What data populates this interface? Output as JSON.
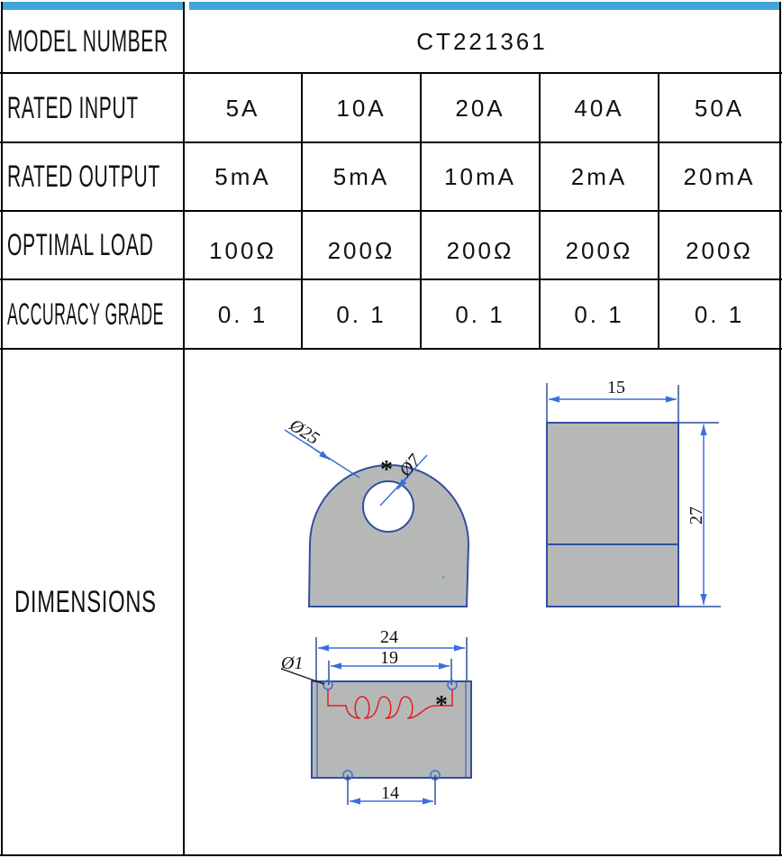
{
  "rows": {
    "model_label": "MODEL NUMBER",
    "model_value": "CT221361",
    "input_label": "RATED INPUT",
    "input_values": [
      "5A",
      "10A",
      "20A",
      "40A",
      "50A"
    ],
    "output_label": "RATED OUTPUT",
    "output_values": [
      "5mA",
      "5mA",
      "10mA",
      "2mA",
      "20mA"
    ],
    "load_label": "OPTIMAL LOAD",
    "load_values": [
      "100Ω",
      "200Ω",
      "200Ω",
      "200Ω",
      "200Ω"
    ],
    "accuracy_label": "ACCURACY GRADE",
    "accuracy_values": [
      "0. 1",
      "0. 1",
      "0. 1",
      "0. 1",
      "0. 1"
    ],
    "dimensions_label": "DIMENSIONS"
  },
  "drawing": {
    "outer_diameter": "Ø25",
    "inner_diameter": "Ø7",
    "width_side": "15",
    "height_side": "27",
    "width_bottom": "24",
    "pin_spacing_top": "19",
    "pin_diameter": "Ø1",
    "pin_spacing_bottom": "14",
    "polarity_mark": "*",
    "colors": {
      "dim": "#3b6fd8",
      "body": "#b6b8b8",
      "outline": "#2f4fa0",
      "coil": "#e02020",
      "header_bar": "#41a4d6"
    }
  }
}
